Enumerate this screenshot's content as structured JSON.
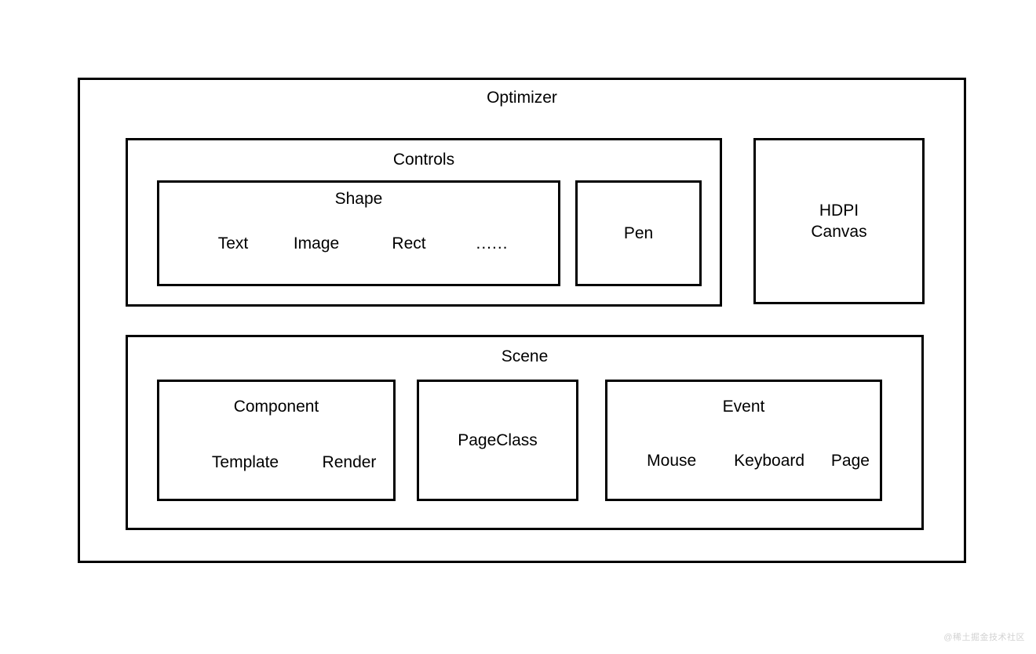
{
  "diagram": {
    "type": "nested-block-architecture",
    "background_color": "#ffffff",
    "line_color": "#000000",
    "root": {
      "title": "Optimizer"
    },
    "controls": {
      "title": "Controls",
      "shape": {
        "title": "Shape",
        "items": [
          "Text",
          "Image",
          "Rect",
          "......"
        ]
      },
      "pen": {
        "title": "Pen"
      }
    },
    "hdpi_canvas": {
      "title": "HDPI\nCanvas"
    },
    "scene": {
      "title": "Scene",
      "component": {
        "title": "Component",
        "items": [
          "Template",
          "Render"
        ]
      },
      "page_class": {
        "title": "PageClass"
      },
      "event": {
        "title": "Event",
        "items": [
          "Mouse",
          "Keyboard",
          "Page"
        ]
      }
    }
  },
  "watermark": {
    "text": "@稀土掘金技术社区",
    "color": "#d2d2d2"
  }
}
